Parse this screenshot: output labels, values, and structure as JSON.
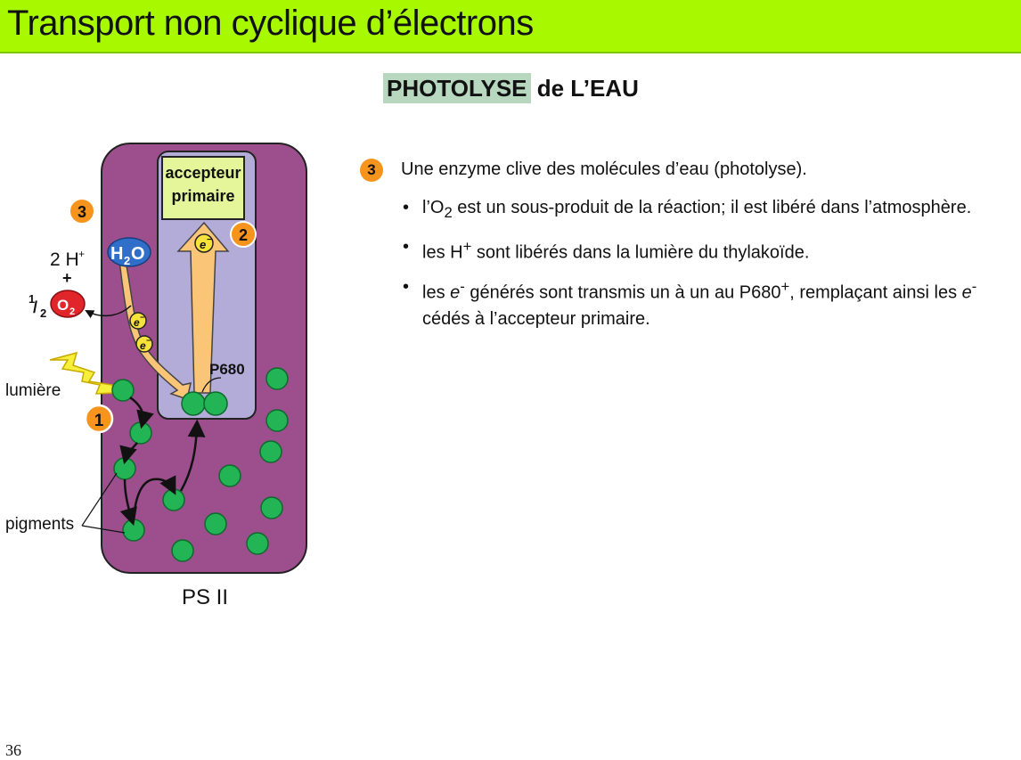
{
  "header": {
    "title": "Transport non cyclique d’électrons"
  },
  "subtitle": {
    "highlight": "PHOTOLYSE",
    "rest": " de L’EAU"
  },
  "diagram": {
    "acceptor_line1": "accepteur",
    "acceptor_line2": "primaire",
    "p680": "P680",
    "ps_label": "PS II",
    "h2o_h": "H",
    "h2o_sub": "2",
    "h2o_o": "O",
    "h_plus_base": "2 H",
    "h_plus_sup": "+",
    "plus_sign": "+",
    "half_num": "1",
    "half_den": "2",
    "o2_o": "O",
    "o2_sub": "2",
    "lumiere": "lumière",
    "pigments": "pigments",
    "electron": "e",
    "electron_sup": "−",
    "step_numbers": [
      "1",
      "2",
      "3"
    ],
    "colors": {
      "membrane": "#9c4f8c",
      "inner": "#b3acd8",
      "acceptor": "#e4f59a",
      "pigment": "#22b455",
      "arrow_fill": "#fbc578",
      "badge": "#f7941d",
      "water": "#2f6fc9",
      "oxygen": "#e0262b"
    }
  },
  "text": {
    "step_number": "3",
    "step_text": "Une enzyme clive des molécules d’eau (photolyse).",
    "bullets": [
      {
        "pre": "l’O",
        "sub": "2",
        "post": " est un sous-produit de la réaction; il est libéré dans l’atmosphère."
      },
      {
        "pre": "les H",
        "sup": "+",
        "post": " sont libérés dans la lumière du thylakoïde."
      },
      {
        "pre": "les ",
        "em": "e",
        "sup": "-",
        "mid": " générés sont transmis un à un au P680",
        "sup2": "+",
        "post": ", remplaçant ainsi les ",
        "em2": "e",
        "sup3": "-",
        "line2": "cédés à l’accepteur primaire."
      }
    ]
  },
  "page_number": "36"
}
